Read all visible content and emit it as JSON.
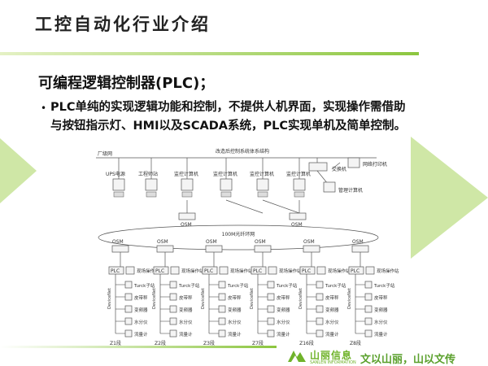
{
  "slide": {
    "title": "工控自动化行业介绍",
    "subtitle": "可编程逻辑控制器(PLC)；",
    "bullet_mark": "•",
    "bullet": "PLC单纯的实现逻辑功能和控制，不提供人机界面，实现操作需借助与按钮指示灯、HMI以及SCADA系统，PLC实现单机及简单控制。"
  },
  "diagram": {
    "caption": "改造后控制系统体系结构",
    "network_label": "厂级网",
    "switch": "交换机",
    "printer": "网络打印机",
    "ups": "UPS电源",
    "engineer": "工程师站",
    "monitor": "监控计算机",
    "mgmt": "管理计算机",
    "osm": "OSM",
    "ring": "100M光纤环网",
    "plc": "PLC",
    "station": "现场操作站",
    "devicenet": "DeviceNet",
    "field_items": [
      "Turck子站",
      "皮带秤",
      "变频器",
      "水分仪",
      "流量计"
    ],
    "lines": [
      "Z1段",
      "Z2段",
      "Z3段",
      "Z7段",
      "Z16段",
      "Z8段"
    ]
  },
  "footer": {
    "brand": "山丽信息",
    "brand_en": "SANLEN INFORMATION",
    "slogan": "文以山丽，山以文传"
  },
  "colors": {
    "accent": "#8cc63f",
    "brand": "#6fb32a"
  }
}
